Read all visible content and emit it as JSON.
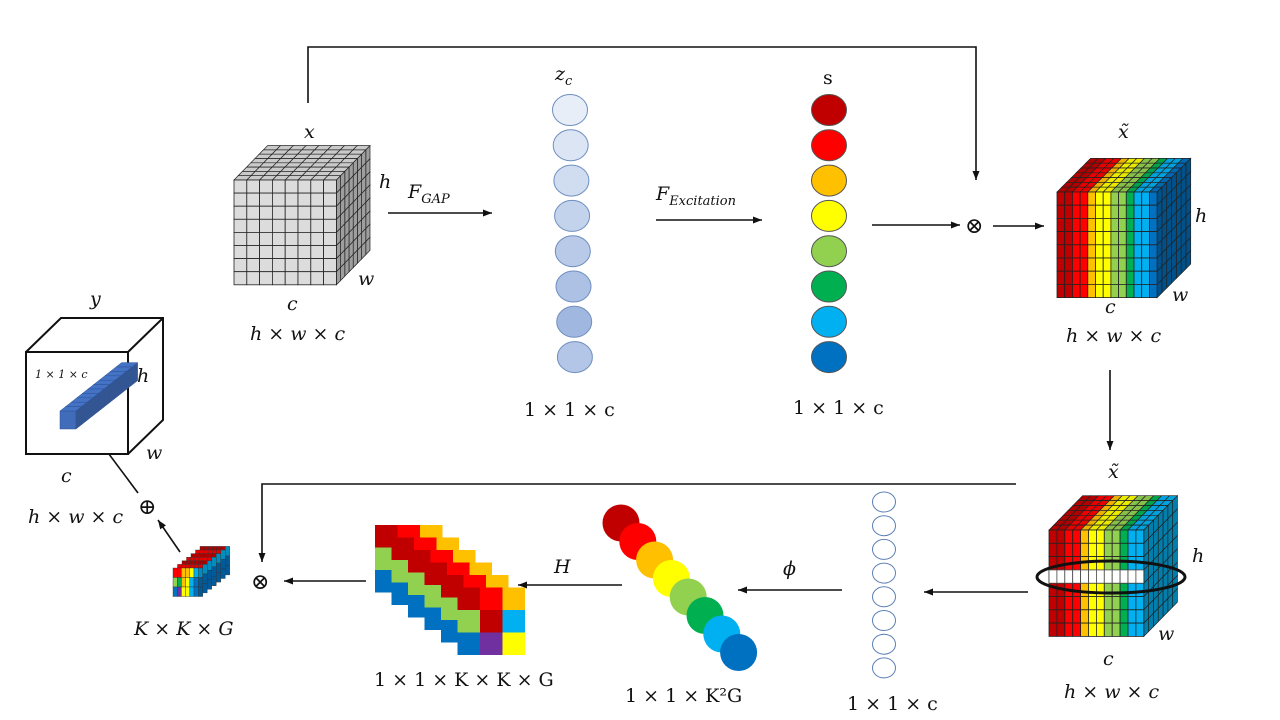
{
  "labels": {
    "x": "x",
    "h_top": "h",
    "w_top": "w",
    "c_top": "c",
    "dims_x": "h × w × c",
    "fgap_main": "F",
    "fgap_sub": "GAP",
    "zc_main": "z",
    "zc_sub": "c",
    "dims_z": "1 × 1 × c",
    "fexc_main": "F",
    "fexc_sub": "Excitation",
    "s": "s",
    "dims_s": "1 × 1 × c",
    "otimes_top": "⊗",
    "xtilde_top": "x̃",
    "h_right": "h",
    "w_right": "w",
    "c_right": "c",
    "dims_xtilde_top": "h × w × c",
    "xtilde_bottom": "x̃",
    "h_br": "h",
    "w_br": "w",
    "c_br": "c",
    "dims_xtilde_bottom": "h × w × c",
    "phi": "ϕ",
    "dims_z_bottom": "1 × 1 × c",
    "dims_kernel_flat": "1 × 1 × K²G",
    "H": "H",
    "dims_kernel_grid": "1 × 1 × K × K × G",
    "otimes_bottom": "⊗",
    "dims_kkg": "K × K × G",
    "oplus": "⊕",
    "y": "y",
    "h_y": "h",
    "w_y": "w",
    "c_y": "c",
    "dims_y": "h × w × c",
    "dims_y_inner": "1 × 1 × c"
  },
  "colors": {
    "channel_palette": [
      "#c00000",
      "#ff0000",
      "#ffc000",
      "#ffff00",
      "#92d050",
      "#00b050",
      "#00b0f0",
      "#0070c0"
    ],
    "z_circle_fills": [
      "#e8eef8",
      "#dce5f4",
      "#d0dcf0",
      "#c4d3ec",
      "#b8cae8",
      "#acc1e4",
      "#a0b8e0",
      "#b4c6e7"
    ],
    "y_inner_block": "#4472c4",
    "kernel_extra": "#7030a0"
  }
}
